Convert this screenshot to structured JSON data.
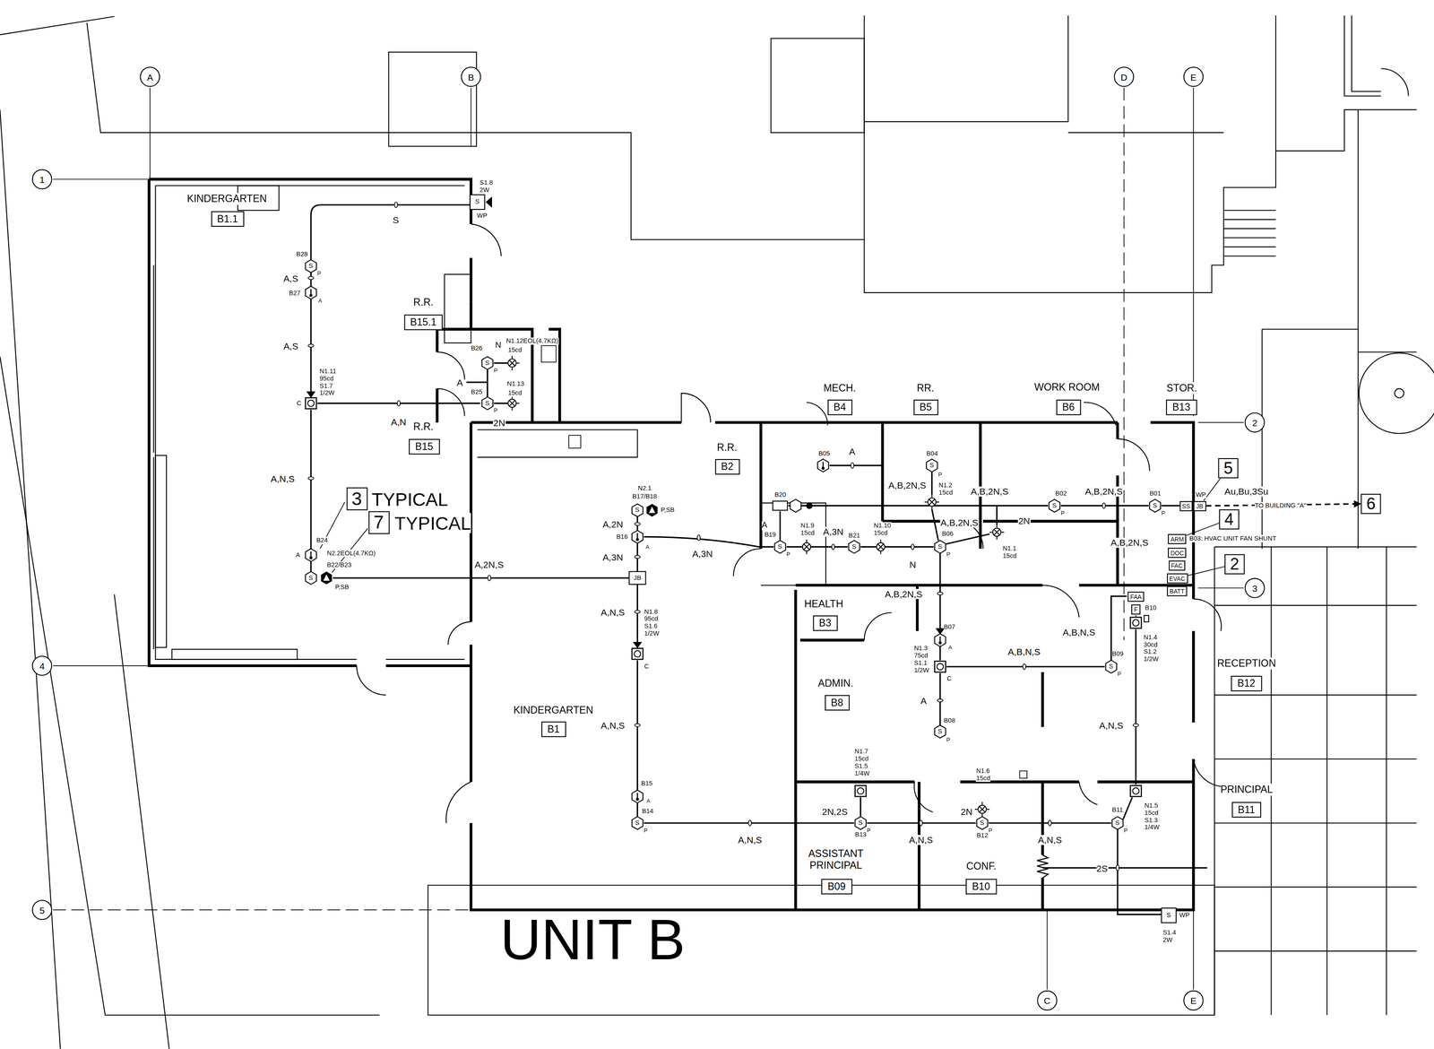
{
  "diagram": {
    "title": "UNIT B",
    "nodes": [
      {
        "text": [
          "KINDERGARTEN",
          "B1.1"
        ]
      },
      {
        "text": [
          "R.R.",
          "B15.1"
        ]
      },
      {
        "text": [
          "R.R.",
          "B15"
        ]
      },
      {
        "text": [
          "R.R.",
          "B2"
        ]
      },
      {
        "text": [
          "MECH.",
          "B4"
        ]
      },
      {
        "text": [
          "RR.",
          "B5"
        ]
      },
      {
        "text": [
          "WORK ROOM",
          "B6"
        ]
      },
      {
        "text": [
          "STOR.",
          "B13"
        ]
      },
      {
        "text": [
          "HEALTH",
          "B3"
        ]
      },
      {
        "text": [
          "KINDERGARTEN",
          "B1"
        ]
      },
      {
        "text": [
          "ADMIN.",
          "B8"
        ]
      },
      {
        "text": [
          "RECEPTION",
          "B12"
        ]
      },
      {
        "text": [
          "PRINCIPAL",
          "B11"
        ]
      },
      {
        "text": [
          "ASSISTANT PRINCIPAL",
          "B09"
        ]
      },
      {
        "text": [
          "CONF.",
          "B10"
        ]
      },
      {
        "text": [
          "3"
        ]
      },
      {
        "text": [
          "7"
        ]
      },
      {
        "text": [
          "5"
        ]
      },
      {
        "text": [
          "4"
        ]
      },
      {
        "text": [
          "2"
        ]
      },
      {
        "text": [
          "6"
        ]
      },
      {
        "text": [
          "SS"
        ]
      },
      {
        "text": [
          "JB"
        ]
      },
      {
        "text": [
          "ARM"
        ]
      },
      {
        "text": [
          "DOC"
        ]
      },
      {
        "text": [
          "FAC"
        ]
      },
      {
        "text": [
          "EVAC"
        ]
      },
      {
        "text": [
          "BATT"
        ]
      },
      {
        "text": [
          "FAA"
        ]
      },
      {
        "text": [
          "F"
        ]
      },
      {
        "text": [
          "A"
        ]
      },
      {
        "text": [
          "B"
        ]
      },
      {
        "text": [
          "D"
        ]
      },
      {
        "text": [
          "E"
        ]
      },
      {
        "text": [
          "1"
        ]
      },
      {
        "text": [
          "2"
        ]
      },
      {
        "text": [
          "3"
        ]
      },
      {
        "text": [
          "4"
        ]
      },
      {
        "text": [
          "5"
        ]
      },
      {
        "text": [
          "C"
        ]
      },
      {
        "text": [
          "E"
        ]
      }
    ],
    "edges": [
      {
        "from": 22,
        "to": 20,
        "arrow": "to",
        "label": "TO BUILDING \"A\""
      },
      {
        "from": 17,
        "to": 22,
        "arrow": "none"
      },
      {
        "from": 18,
        "to": 23,
        "arrow": "none"
      },
      {
        "from": 19,
        "to": 26,
        "arrow": "none"
      }
    ],
    "labels": [
      "S1.8 2W",
      "S",
      "WP",
      "S",
      "B28",
      "S",
      "P",
      "A,S",
      "B27",
      "A",
      "A,S",
      "N1.11 95cd S1.7 1/2W",
      "C",
      "A,N",
      "A,N,S",
      "B24",
      "A",
      "N2.2EOL(4.7KΩ)",
      "B22/B23",
      "S",
      "P,SB",
      "B26",
      "N",
      "N1.12EOL(4.7KΩ)",
      "15cd",
      "S",
      "P",
      "A",
      "N1.13",
      "15cd",
      "B25",
      "S",
      "P",
      "2N",
      "TYPICAL",
      "TYPICAL",
      "A,2N,S",
      "N2.1",
      "B17/B18",
      "S",
      "P,SB",
      "A,2N",
      "B16",
      "A",
      "A,3N",
      "A,3N",
      "JB",
      "A,N,S",
      "N1.8 95cd S1.6 1/2W",
      "C",
      "A,N,S",
      "B15",
      "A",
      "B14",
      "S",
      "P",
      "A,N,S",
      "B20",
      "A",
      "B19",
      "S",
      "P",
      "N1.9 15cd",
      "A,3N",
      "B21",
      "S",
      "N1.10 15cd",
      "N",
      "B05",
      "A",
      "B04",
      "S",
      "P",
      "A,B,2N,S",
      "N1.2 15cd",
      "A,B,2N,S",
      "A,B,2N,S",
      "N1.1 15cd",
      "2N",
      "B02",
      "S",
      "P",
      "A,B,2N,S",
      "B01",
      "S",
      "P",
      "WP",
      "Au,Bu,3Su",
      "A,B,2N,S",
      "B03: HVAC UNIT FAN SHUNT",
      "B06",
      "S",
      "P",
      "A,B,2N,S",
      "B07",
      "A",
      "N1.3 75cd S1.1 1/2W",
      "C",
      "A",
      "B08",
      "S",
      "P",
      "A,B,N,S",
      "B09",
      "S",
      "P",
      "A,B,N,S",
      "B10",
      "N1.4 30cd S1.2 1/2W",
      "A,N,S",
      "N1.5 15cd S1.3 1/4W",
      "B11",
      "S",
      "P",
      "A,N,S",
      "2S",
      "S",
      "WP",
      "S1.4 2W",
      "N1.7 15cd S1.5 1/4W",
      "2N,2S",
      "B13",
      "S",
      "P",
      "A,N,S",
      "N1.6 15cd",
      "2N",
      "S",
      "P",
      "B12"
    ]
  }
}
